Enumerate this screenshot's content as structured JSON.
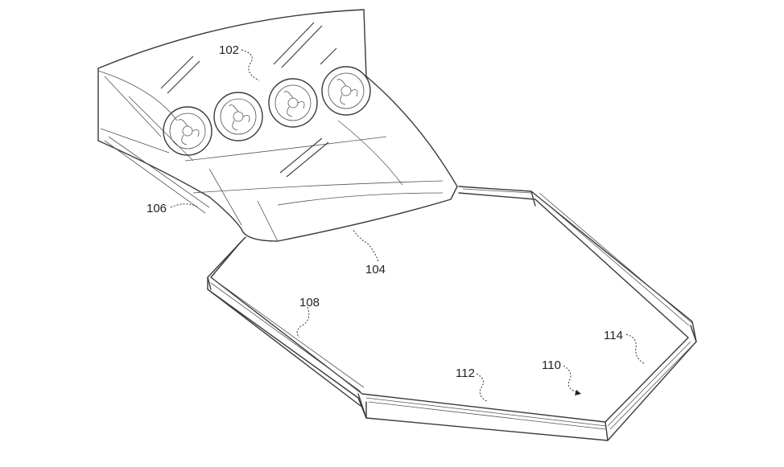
{
  "labels": {
    "ref_102": "102",
    "ref_104": "104",
    "ref_106": "106",
    "ref_108": "108",
    "ref_110": "110",
    "ref_112": "112",
    "ref_114": "114"
  }
}
